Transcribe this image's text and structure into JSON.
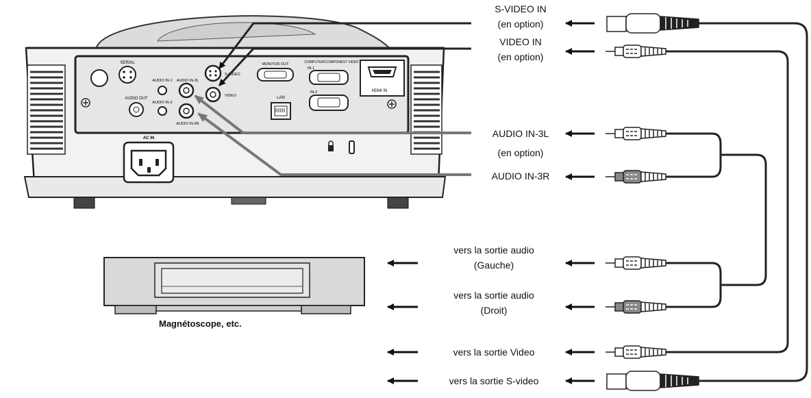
{
  "projector": {
    "ports": {
      "serial": "SERIAL",
      "audio_out": "AUDIO OUT",
      "audio_in_1": "AUDIO IN-1",
      "audio_in_2": "AUDIO IN-2",
      "audio_in_3l": "AUDIO IN-3L",
      "audio_in_3r": "AUDIO IN-3R",
      "s_video": "S-VIDEO",
      "video": "VIDEO",
      "monitor_out": "MONITOR OUT",
      "computer_component": "COMPUTER/COMPONENT VIDEO",
      "in_1": "IN-1",
      "in_2": "IN-2",
      "lan": "LAN",
      "hdmi_in": "HDMI IN",
      "ac_in": "AC IN"
    }
  },
  "labels": {
    "s_video_in": "S-VIDEO IN",
    "s_video_opt": "(en option)",
    "video_in": "VIDEO IN",
    "video_opt": "(en option)",
    "audio_in_3l": "AUDIO IN-3L",
    "audio_opt": "(en option)",
    "audio_in_3r": "AUDIO IN-3R",
    "out_audio_left_1": "vers la sortie audio",
    "out_audio_left_2": "(Gauche)",
    "out_audio_right_1": "vers la sortie audio",
    "out_audio_right_2": "(Droit)",
    "out_video": "vers la sortie Video",
    "out_svideo": "vers la sortie S-video",
    "vcr_caption": "Magnétoscope, etc."
  },
  "colors": {
    "line": "#222222",
    "arrow_gray": "#777777",
    "panel": "#e6e6e6",
    "body": "#f2f2f2"
  }
}
